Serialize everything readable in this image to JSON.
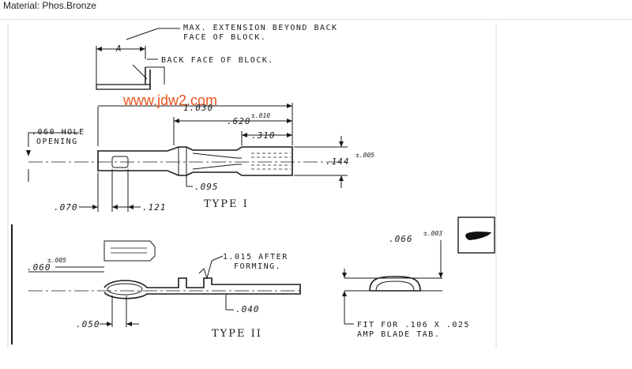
{
  "header": {
    "material": "Material: Phos.Bronze"
  },
  "watermark": "www.jdw2.com",
  "callouts": {
    "max_extension_line1": "MAX. EXTENSION BEYOND BACK",
    "max_extension_line2": "FACE OF BLOCK.",
    "dim_a": "A",
    "back_face": "BACK FACE OF BLOCK.",
    "hole_line1": ".060 HOLE",
    "hole_line2": "OPENING",
    "forming_line1": "1.015 AFTER",
    "forming_line2": "FORMING.",
    "fit_line1": "FIT FOR .106 X .025",
    "fit_line2": "AMP BLADE TAB."
  },
  "dimensions": {
    "length_overall": "1.030",
    "d620": ".620",
    "d620_tol": "±.010",
    "d310": ".310",
    "d144": ".144",
    "d144_tol": "±.005",
    "d095": ".095",
    "d070": ".070",
    "d121": ".121",
    "d060": ".060",
    "d060_tol": "±.005",
    "d040": ".040",
    "d050": ".050",
    "d066": ".066",
    "d066_tol": "±.003"
  },
  "labels": {
    "type1": "TYPE I",
    "type2": "TYPE II"
  }
}
